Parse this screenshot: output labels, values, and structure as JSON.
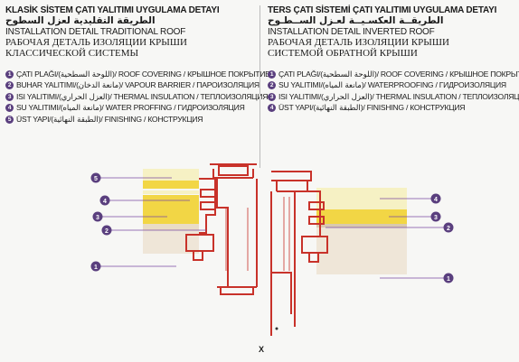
{
  "left": {
    "title_tr": "KLASİK SİSTEM ÇATI YALITIMI UYGULAMA DETAYI",
    "title_ar": "الطريقة التقليدية لعزل السطوح",
    "title_en": "INSTALLATION DETAIL TRADITIONAL ROOF",
    "title_ru_1": "РАБОЧАЯ ДЕТАЛЬ ИЗОЛЯЦИИ КРЫШИ",
    "title_ru_2": "КЛАССИЧЕСКОЙ СИСТЕМЫ",
    "items": [
      {
        "n": "1",
        "text": "ÇATI PLAĞI/(اللوحة السطحية)/ ROOF COVERING / КРЫШНОЕ ПОКРЫТИЕ"
      },
      {
        "n": "2",
        "text": "BUHAR YALITIMI/(مانعة الدخان)/ VAPOUR BARRIER / ПАРОИЗОЛЯЦИЯ"
      },
      {
        "n": "3",
        "text": "ISI YALITIMI/(العزل الحراري)/ THERMAL INSULATION / ТЕПЛОИЗОЛЯЦИЯ"
      },
      {
        "n": "4",
        "text": "SU YALITIMI/(مانعة المياه)/ WATER PROFFING / ГИДРОИЗОЛЯЦИЯ"
      },
      {
        "n": "5",
        "text": "ÜST YAPI/(الطبقة النهائية)/ FINISHING / КОНСТРУКЦИЯ"
      }
    ]
  },
  "right": {
    "title_tr": "TERS ÇATI SİSTEMİ ÇATI YALITIMI UYGULAMA DETAYI",
    "title_ar": "الطريقــة العكسـيــة لعـزل الســطـوح",
    "title_en": "INSTALLATION DETAIL INVERTED ROOF",
    "title_ru_1": "РАБОЧАЯ ДЕТАЛЬ ИЗОЛЯЦИИ КРЫШИ",
    "title_ru_2": "СИСТЕМОЙ ОБРАТНОЙ КРЫШИ",
    "items": [
      {
        "n": "1",
        "text": "ÇATI PLAĞI/(اللوحة السطحية)/ ROOF COVERING / КРЫШНОЕ ПОКРЫТИЕ"
      },
      {
        "n": "2",
        "text": "SU YALITIMI/(مانعة المياه)/ WATERPROOFING / ГИДРОИЗОЛЯЦИЯ"
      },
      {
        "n": "3",
        "text": "ISI YALITIMI/(العزل الحراري)/ THERMAL INSULATION / ТЕПЛОИЗОЛЯЦИЯ"
      },
      {
        "n": "4",
        "text": "ÜST YAPI/(الطبقة النهائية)/ FINISHING / КОНСТРУКЦИЯ"
      }
    ]
  },
  "diagram": {
    "left_markers": [
      "5",
      "4",
      "3",
      "2",
      "1"
    ],
    "right_markers": [
      "4",
      "3",
      "2",
      "1"
    ]
  },
  "page_mark": "X",
  "colors": {
    "marker": "#5a3f7e",
    "drain": "#c8322a",
    "insulation": "#f2d645",
    "finish": "#f6f1c4",
    "slab": "#efe6d8"
  }
}
